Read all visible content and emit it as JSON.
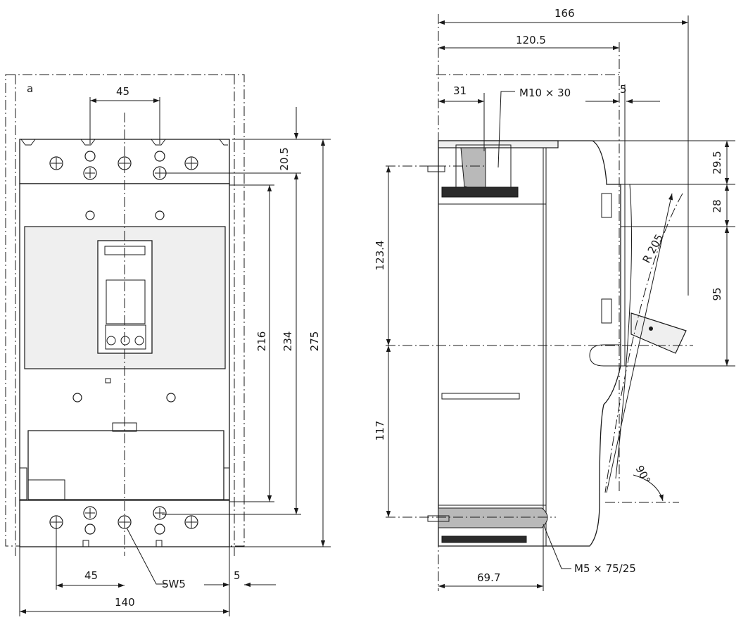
{
  "front_view": {
    "corner_label": "a",
    "dim_top_pitch": "45",
    "dim_bottom_pitch": "45",
    "dim_width": "140",
    "dim_terminal_gap": "5",
    "dim_20_5": "20.5",
    "dim_216": "216",
    "dim_234": "234",
    "dim_275": "275",
    "screw_label": "SW5"
  },
  "side_view": {
    "dim_166": "166",
    "dim_120_5": "120.5",
    "dim_31": "31",
    "dim_5": "5",
    "thread_top": "M10 × 30",
    "dim_29_5": "29.5",
    "dim_28": "28",
    "dim_95": "95",
    "dim_123_4": "123.4",
    "dim_117": "117",
    "dim_69_7": "69.7",
    "radius_label": "R 205",
    "angle_label": "90°",
    "thread_bottom": "M5 × 75/25"
  }
}
